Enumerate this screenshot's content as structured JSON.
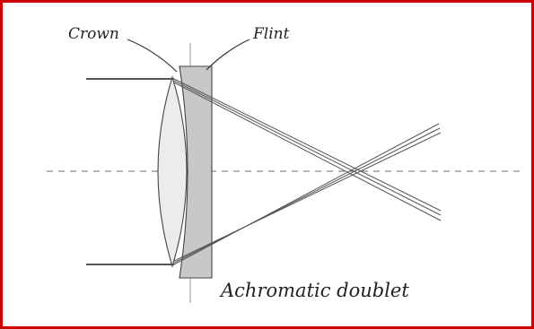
{
  "labels": {
    "crown": "Crown",
    "flint": "Flint",
    "caption": "Achromatic doublet"
  },
  "colors": {
    "frame_border": "#cc0000",
    "background": "#ffffff",
    "crown_glass": "#ececec",
    "flint_glass": "#c8c8c8",
    "ray": "#555555",
    "axis": "#888888"
  }
}
